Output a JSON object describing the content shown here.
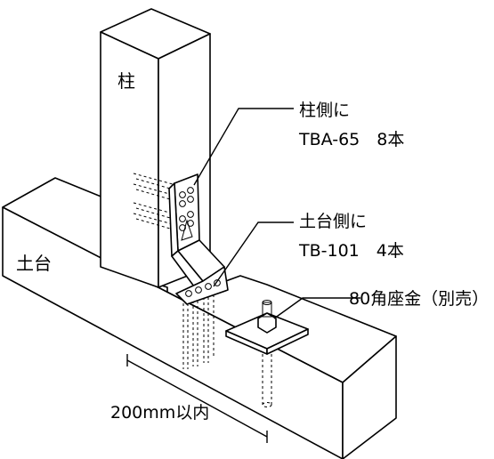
{
  "labels": {
    "post": "柱",
    "sill": "土台",
    "post_side_line1": "柱側に",
    "post_side_line2": "TBA-65　8本",
    "sill_side_line1": "土台側に",
    "sill_side_line2": "TB-101　4本",
    "washer": "80角座金（別売）",
    "distance": "200mm以内"
  }
}
